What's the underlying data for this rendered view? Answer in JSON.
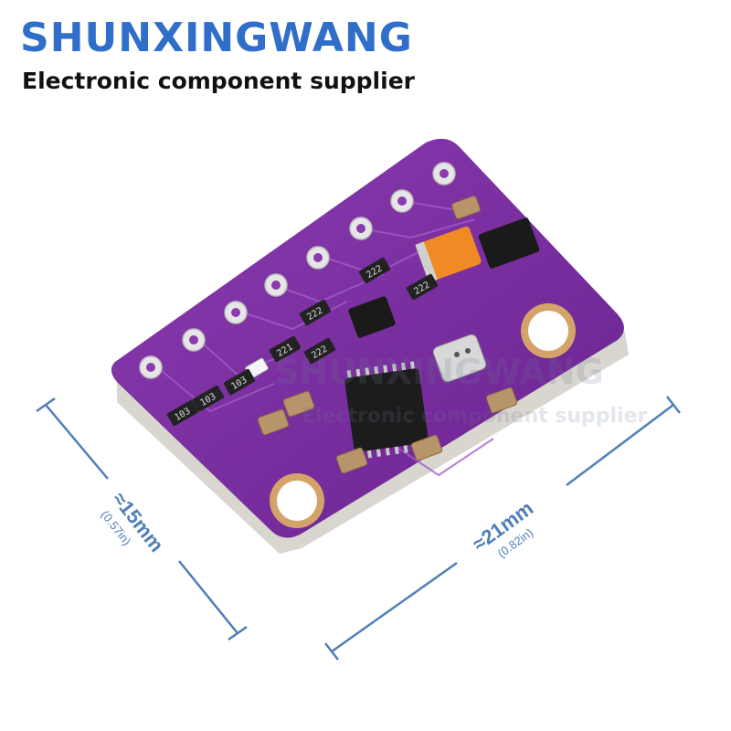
{
  "brand": {
    "title": "SHUNXINGWANG",
    "tagline": "Electronic component supplier"
  },
  "watermark": {
    "text": "SHUNXINGWANG",
    "sub": "Electronic component supplier"
  },
  "dimensions": {
    "height_label": "≈15mm",
    "height_sub": "(0.57in)",
    "width_label": "≈21mm",
    "width_sub": "(0.82in)"
  },
  "board": {
    "resistor_labels": [
      "103",
      "103",
      "103",
      "221",
      "222",
      "222",
      "222",
      "222"
    ],
    "colors": {
      "pcb": "#7a2c9e",
      "pcb_dark": "#5e1f7d",
      "pad": "#e0e0e0",
      "chip": "#1c1c1c",
      "capacitor": "#b8946a",
      "orange_cap": "#f08a24",
      "dimension_line": "#4f7fb8"
    }
  }
}
